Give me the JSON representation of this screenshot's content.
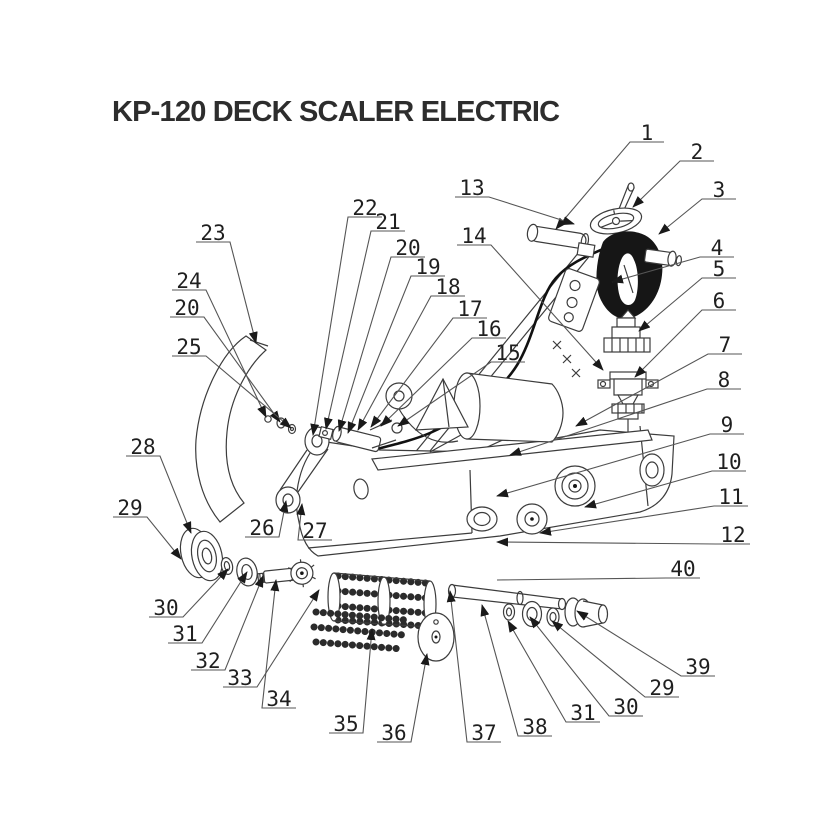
{
  "title": "KP-120 DECK SCALER ELECTRIC",
  "diagram_type": "exploded-parts-diagram",
  "ink_color": "#3c3c3c",
  "background_color": "#ffffff",
  "grip_color": "#161616",
  "callouts": [
    {
      "n": "1"
    },
    {
      "n": "2"
    },
    {
      "n": "3"
    },
    {
      "n": "4"
    },
    {
      "n": "5"
    },
    {
      "n": "6"
    },
    {
      "n": "7"
    },
    {
      "n": "8"
    },
    {
      "n": "9"
    },
    {
      "n": "10"
    },
    {
      "n": "11"
    },
    {
      "n": "12"
    },
    {
      "n": "13"
    },
    {
      "n": "14"
    },
    {
      "n": "15"
    },
    {
      "n": "16"
    },
    {
      "n": "17"
    },
    {
      "n": "18"
    },
    {
      "n": "19"
    },
    {
      "n": "20"
    },
    {
      "n": "21"
    },
    {
      "n": "22"
    },
    {
      "n": "23"
    },
    {
      "n": "24"
    },
    {
      "n": "20"
    },
    {
      "n": "25"
    },
    {
      "n": "26"
    },
    {
      "n": "27"
    },
    {
      "n": "28"
    },
    {
      "n": "29"
    },
    {
      "n": "30"
    },
    {
      "n": "31"
    },
    {
      "n": "32"
    },
    {
      "n": "33"
    },
    {
      "n": "34"
    },
    {
      "n": "35"
    },
    {
      "n": "36"
    },
    {
      "n": "37"
    },
    {
      "n": "38"
    },
    {
      "n": "31"
    },
    {
      "n": "30"
    },
    {
      "n": "29"
    },
    {
      "n": "39"
    },
    {
      "n": "40"
    }
  ]
}
